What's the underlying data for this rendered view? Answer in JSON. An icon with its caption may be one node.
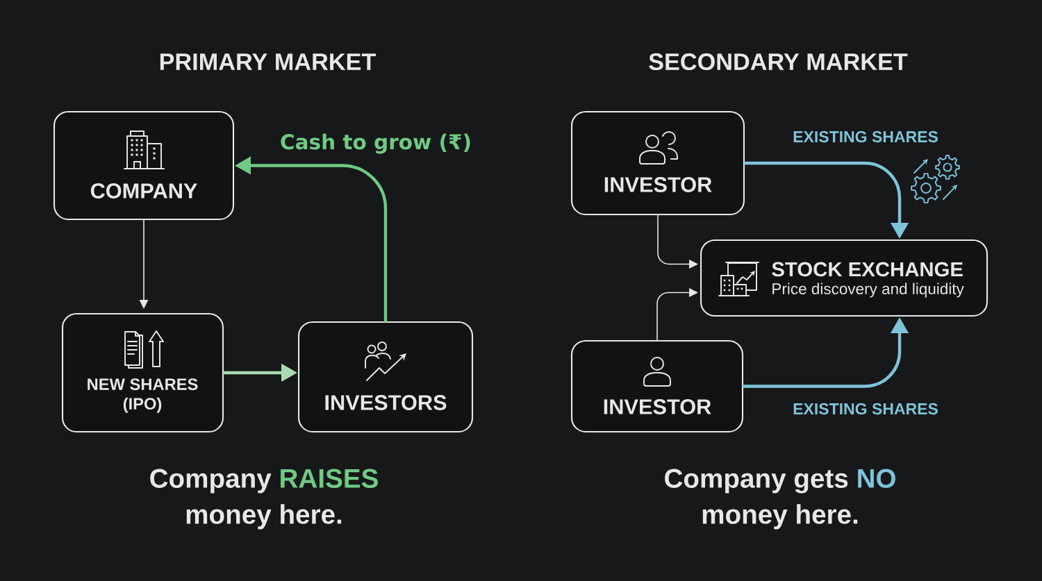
{
  "diagram": {
    "nodes": [
      {
        "text": [
          "COMPANY"
        ]
      },
      {
        "text": [
          "NEW SHARES (IPO)"
        ]
      },
      {
        "text": [
          "INVESTORS"
        ]
      },
      {
        "text": [
          "INVESTOR"
        ]
      },
      {
        "text": [
          "STOCK EXCHANGE",
          "Price discovery and liquidity"
        ]
      },
      {
        "text": [
          "INVESTOR"
        ]
      }
    ],
    "edges": [
      {
        "from": 0,
        "to": 1,
        "arrow": "to"
      },
      {
        "from": 1,
        "to": 2,
        "arrow": "to",
        "color": "#a9dbb2"
      },
      {
        "from": 2,
        "to": 0,
        "arrow": "to",
        "label": "Cash to grow (₹)",
        "color": "#6fcb83"
      },
      {
        "from": 3,
        "to": 4,
        "arrow": "to",
        "label": "EXISTING SHARES",
        "color": "#7ec4d9"
      },
      {
        "from": 3,
        "to": 4,
        "arrow": "to"
      },
      {
        "from": 5,
        "to": 4,
        "arrow": "to"
      },
      {
        "from": 5,
        "to": 4,
        "arrow": "to",
        "label": "EXISTING SHARES",
        "color": "#7ec4d9"
      }
    ],
    "labels": [
      "PRIMARY MARKET",
      "SECONDARY MARKET",
      "Company **RAISES** money here.",
      "Company gets **NO** money here."
    ]
  }
}
